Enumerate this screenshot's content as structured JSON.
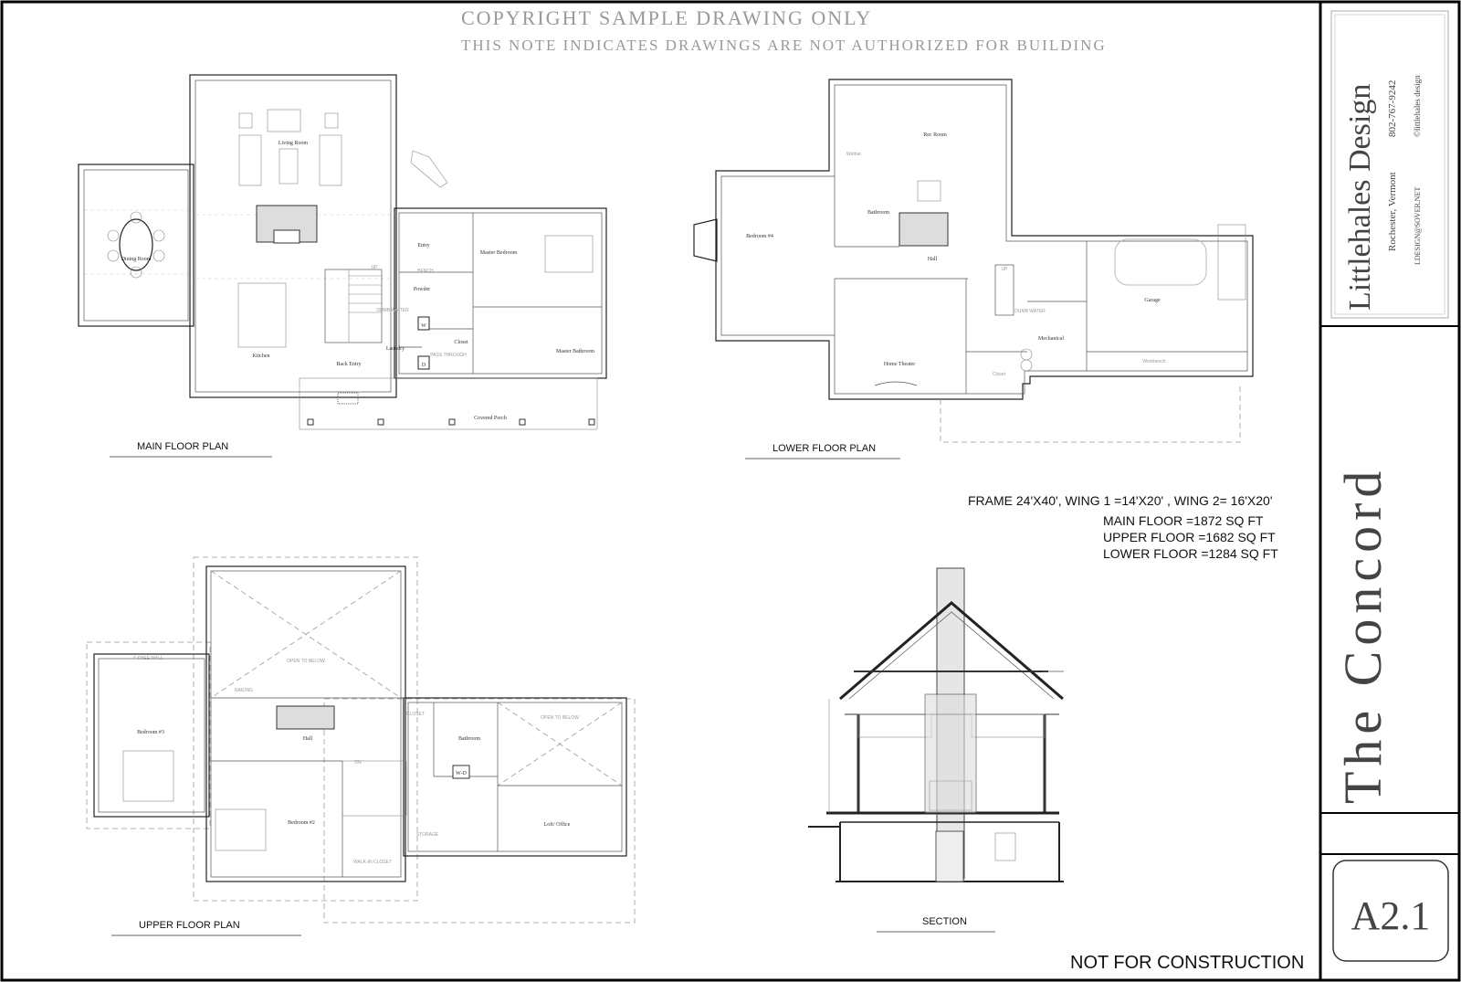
{
  "header": {
    "copyright_line1": "COPYRIGHT SAMPLE DRAWING ONLY",
    "copyright_line2": "THIS NOTE INDICATES DRAWINGS ARE NOT AUTHORIZED FOR BUILDING"
  },
  "title_block": {
    "firm": "Littlehales Design",
    "location": "Rochester, Vermont",
    "phone": "802-767-9242",
    "email": "LDESIGN@SOVER.NET",
    "copyright": "©littlehales design",
    "project": "The Concord",
    "sheet": "A2.1"
  },
  "main_floor": {
    "title": "MAIN FLOOR PLAN",
    "rooms": [
      "Living Room",
      "Dining Room",
      "Kitchen",
      "Entry",
      "Master Bedroom",
      "Powder",
      "Laundry",
      "Back Entry",
      "Closet",
      "Master Bathroom",
      "Covered Porch",
      "BENCH",
      "DUMB WAITER",
      "PASS THROUGH",
      "UP",
      "W",
      "D"
    ]
  },
  "lower_floor": {
    "title": "LOWER FLOOR PLAN",
    "rooms": [
      "Rec Room",
      "Bedroom #4",
      "Bathroom",
      "Hall",
      "Home Theater",
      "Closet",
      "Mechanical",
      "Garage",
      "Workbench",
      "Wetbar",
      "DUMB WATER",
      "UP"
    ]
  },
  "upper_floor": {
    "title": "UPPER FLOOR PLAN",
    "rooms": [
      "OPEN TO BELOW",
      "Bedroom #3",
      "Hall",
      "Bedroom #2",
      "Bathroom",
      "CLOSET",
      "STORAGE",
      "Loft/ Office",
      "WALK-IN CLOSET",
      "RAILING",
      "4' KNEE WALL",
      "W-D",
      "OPEN TO BELOW",
      "DN"
    ]
  },
  "section": {
    "title": "SECTION"
  },
  "notes": {
    "frame": "FRAME 24'X40', WING 1 =14'X20' , WING 2= 16'X20'",
    "main": "MAIN FLOOR =1872 SQ FT",
    "upper": "UPPER FLOOR =1682 SQ FT",
    "lower": "LOWER FLOOR =1284 SQ FT"
  },
  "footer": {
    "not_for_construction": "NOT FOR CONSTRUCTION"
  }
}
